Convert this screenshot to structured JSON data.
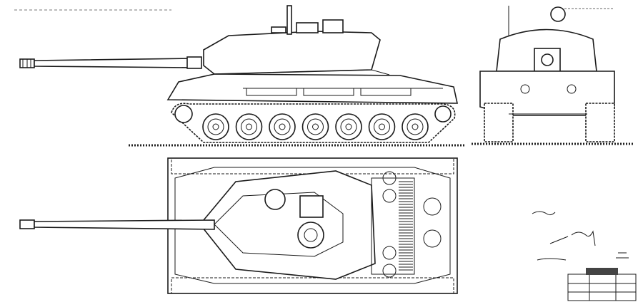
{
  "drawing": {
    "subject": "tank",
    "views": [
      "side-view",
      "front-view",
      "top-view"
    ],
    "road_wheels_per_side": 7,
    "colors": {
      "ink": "#1a1a1a",
      "paper": "#ffffff"
    }
  }
}
